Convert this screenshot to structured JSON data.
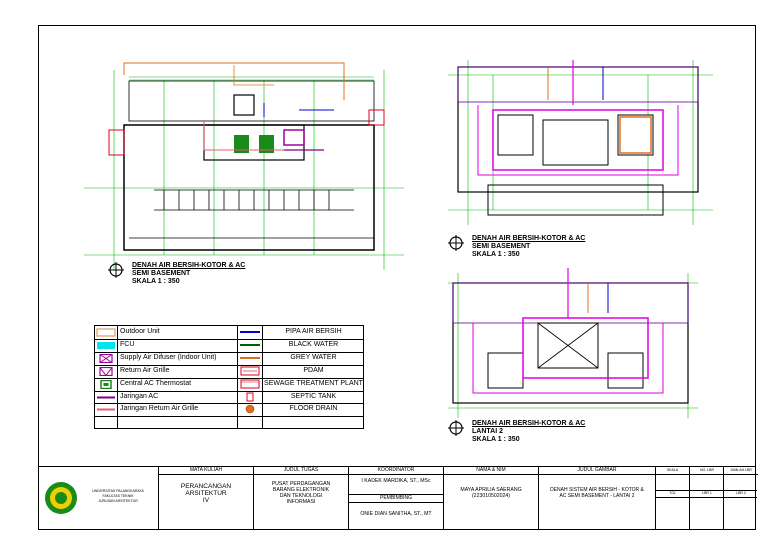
{
  "plans": [
    {
      "id": "semi-basement-left",
      "caption_lines": [
        "DENAH AIR BERSIH-KOTOR & AC",
        "SEMI BASEMENT",
        "SKALA 1 : 350"
      ]
    },
    {
      "id": "semi-basement-right",
      "caption_lines": [
        "DENAH AIR BERSIH-KOTOR & AC",
        "SEMI BASEMENT",
        "SKALA 1 : 350"
      ]
    },
    {
      "id": "lantai-2",
      "caption_lines": [
        "DENAH AIR BERSIH-KOTOR & AC",
        "LANTAI 2",
        "SKALA 1 : 350"
      ]
    }
  ],
  "legend": {
    "left": [
      {
        "label": "Outdoor Unit",
        "icon": "outdoor-unit-icon"
      },
      {
        "label": "FCU",
        "icon": "fcu-icon"
      },
      {
        "label": "Supply Air Difuser (Indoor Unit)",
        "icon": "supply-air-difuser-icon"
      },
      {
        "label": "Return Air Grille",
        "icon": "return-air-grille-icon"
      },
      {
        "label": "Central AC Thermostat",
        "icon": "thermostat-icon"
      },
      {
        "label": "Jaringan AC",
        "icon": "ac-line-icon"
      },
      {
        "label": "Jaringan Return Air Grille",
        "icon": "return-line-icon"
      }
    ],
    "right": [
      {
        "label": "PIPA AIR BERSIH",
        "icon": "clean-water-pipe-icon"
      },
      {
        "label": "BLACK WATER",
        "icon": "black-water-pipe-icon"
      },
      {
        "label": "GREY WATER",
        "icon": "grey-water-pipe-icon"
      },
      {
        "label": "PDAM",
        "icon": "pdam-icon"
      },
      {
        "label": "SEWAGE TREATMENT PLANT",
        "icon": "stp-icon"
      },
      {
        "label": "SEPTIC TANK",
        "icon": "septic-tank-icon"
      },
      {
        "label": "FLOOR DRAIN",
        "icon": "floor-drain-icon"
      }
    ],
    "colors": {
      "outdoor": "#d8a060",
      "fcu": "#00e5ee",
      "difuser": "#a000a0",
      "thermostat": "#1a8a1a",
      "ac_line": "#800080",
      "return_line": "#e06070",
      "clean": "#0000d0",
      "black": "#006000",
      "grey": "#e07020",
      "red": "#e00020",
      "floor_drain": "#e07020"
    }
  },
  "title_block": {
    "university_lines": [
      "UNIVERSITAS PALANGKARAYA",
      "FAKULTAS TEKNIK",
      "JURUSAN ARSITEKTUR"
    ],
    "mata_kuliah_label": "MATA KULIAH",
    "mata_kuliah": [
      "PERANCANGAN",
      "ARSITEKTUR",
      "IV"
    ],
    "judul_tugas_label": "JUDUL TUGAS",
    "judul_tugas": [
      "PUSAT PERDAGANGAN",
      "BARANG ELEKTRONIK",
      "DAN TEKNOLOGI",
      "INFORMASI"
    ],
    "koordinator_label": "KOORDINATOR",
    "koordinator": "I KADEK MARDIKA, ST., MSc",
    "pembimbing_label": "PEMBIMBING",
    "pembimbing": "ONIE DIAN SANITHA, ST., MT",
    "nama_nim_label": "NAMA & NIM",
    "nama_nim": [
      "MAYA APRILIA SAERANG",
      "(223010502024)"
    ],
    "judul_gambar_label": "JUDUL GAMBAR",
    "judul_gambar": [
      "DENAH SISTEM AIR BERSIH - KOTOR &",
      "AC SEMI BASEMENT - LANTAI 2"
    ],
    "small_headers": [
      "SKALA",
      "NO. LBR",
      "JUMLAH LBR"
    ],
    "small_values": [
      "TGL",
      "LBR 1",
      "LBR 2"
    ]
  }
}
